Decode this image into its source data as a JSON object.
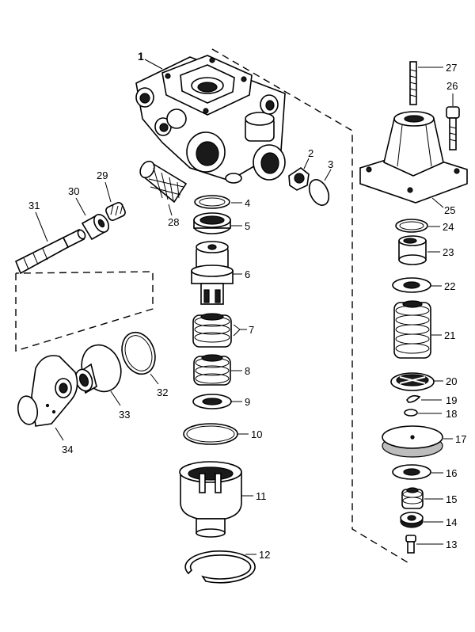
{
  "callouts": [
    {
      "id": "c1",
      "text": "1"
    },
    {
      "id": "c2",
      "text": "2"
    },
    {
      "id": "c3",
      "text": "3"
    },
    {
      "id": "c4",
      "text": "4"
    },
    {
      "id": "c5",
      "text": "5"
    },
    {
      "id": "c6",
      "text": "6"
    },
    {
      "id": "c7",
      "text": "7"
    },
    {
      "id": "c8",
      "text": "8"
    },
    {
      "id": "c9",
      "text": "9"
    },
    {
      "id": "c10",
      "text": "10"
    },
    {
      "id": "c11",
      "text": "11"
    },
    {
      "id": "c12",
      "text": "12"
    },
    {
      "id": "c13",
      "text": "13"
    },
    {
      "id": "c14",
      "text": "14"
    },
    {
      "id": "c15",
      "text": "15"
    },
    {
      "id": "c16",
      "text": "16"
    },
    {
      "id": "c17",
      "text": "17"
    },
    {
      "id": "c18",
      "text": "18"
    },
    {
      "id": "c19",
      "text": "19"
    },
    {
      "id": "c20",
      "text": "20"
    },
    {
      "id": "c21",
      "text": "21"
    },
    {
      "id": "c22",
      "text": "22"
    },
    {
      "id": "c23",
      "text": "23"
    },
    {
      "id": "c24",
      "text": "24"
    },
    {
      "id": "c25",
      "text": "25"
    },
    {
      "id": "c26",
      "text": "26"
    },
    {
      "id": "c27",
      "text": "27"
    },
    {
      "id": "c28",
      "text": "28"
    },
    {
      "id": "c29",
      "text": "29"
    },
    {
      "id": "c30",
      "text": "30"
    },
    {
      "id": "c31",
      "text": "31"
    },
    {
      "id": "c32",
      "text": "32"
    },
    {
      "id": "c33",
      "text": "33"
    },
    {
      "id": "c34",
      "text": "34"
    }
  ],
  "colors": {
    "line": "#000000",
    "background": "#ffffff",
    "shading": "#1a1a1a"
  }
}
